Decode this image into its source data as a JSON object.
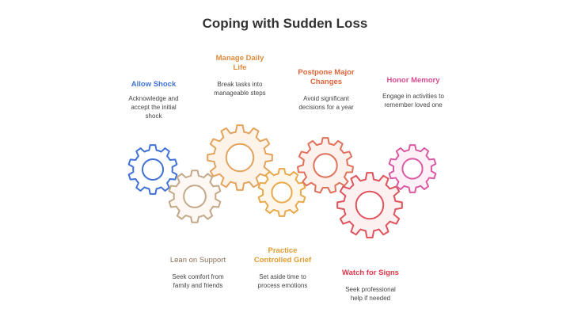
{
  "title": "Coping with Sudden Loss",
  "colors": {
    "blue": "#3f72d4",
    "tan": "#c4a88a",
    "orange": "#e3a35c",
    "amber": "#e8a94a",
    "coral": "#e0715a",
    "red": "#e0535c",
    "pink": "#d95aa3",
    "text": "#444444"
  },
  "steps": [
    {
      "key": "allow",
      "title": "Allow Shock",
      "description": "Acknowledge and accept the initial shock",
      "color": "#3f72d4",
      "gear_icon": "gear-icon"
    },
    {
      "key": "lean",
      "title": "Lean on Support",
      "description": "Seek comfort from family and friends",
      "color": "#a8876a",
      "gear_icon": "gear-icon"
    },
    {
      "key": "manage",
      "title": "Manage Daily Life",
      "description": "Break tasks into manageable steps",
      "color": "#e08a3c",
      "gear_icon": "gear-icon"
    },
    {
      "key": "grief",
      "title": "Practice Controlled Grief",
      "description": "Set aside time to process emotions",
      "color": "#e39a2e",
      "gear_icon": "gear-icon"
    },
    {
      "key": "postpone",
      "title": "Postpone Major Changes",
      "description": "Avoid significant decisions for a year",
      "color": "#e0653a",
      "gear_icon": "gear-icon"
    },
    {
      "key": "watch",
      "title": "Watch for Signs",
      "description": "Seek professional help if needed",
      "color": "#e0374a",
      "gear_icon": "gear-icon"
    },
    {
      "key": "honor",
      "title": "Honor Memory",
      "description": "Engage in activities to remember loved one",
      "color": "#d94a8f",
      "gear_icon": "gear-icon"
    }
  ]
}
